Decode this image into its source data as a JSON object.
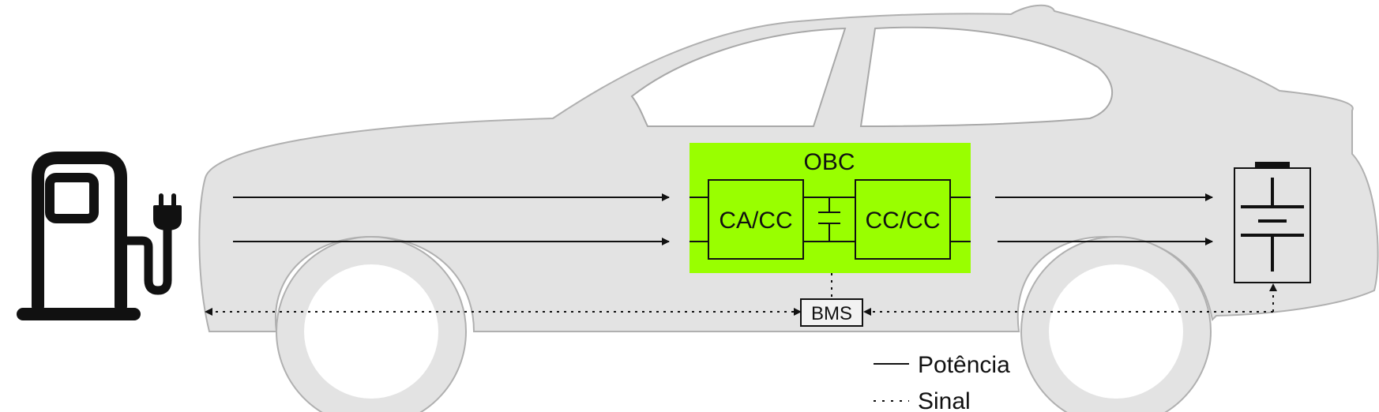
{
  "diagram": {
    "obc_title": "OBC",
    "converter_left": "CA/CC",
    "converter_right": "CC/CC",
    "bms": "BMS"
  },
  "legend": {
    "power_label": "Potência",
    "signal_label": "Sinal"
  },
  "icons": {
    "charger": "ev-charging-station-icon",
    "battery": "battery-icon",
    "capacitor": "capacitor-icon",
    "car": "car-silhouette"
  },
  "colors": {
    "obc_fill": "#99ff00",
    "car_body": "#e3e3e3",
    "line": "#111111"
  }
}
